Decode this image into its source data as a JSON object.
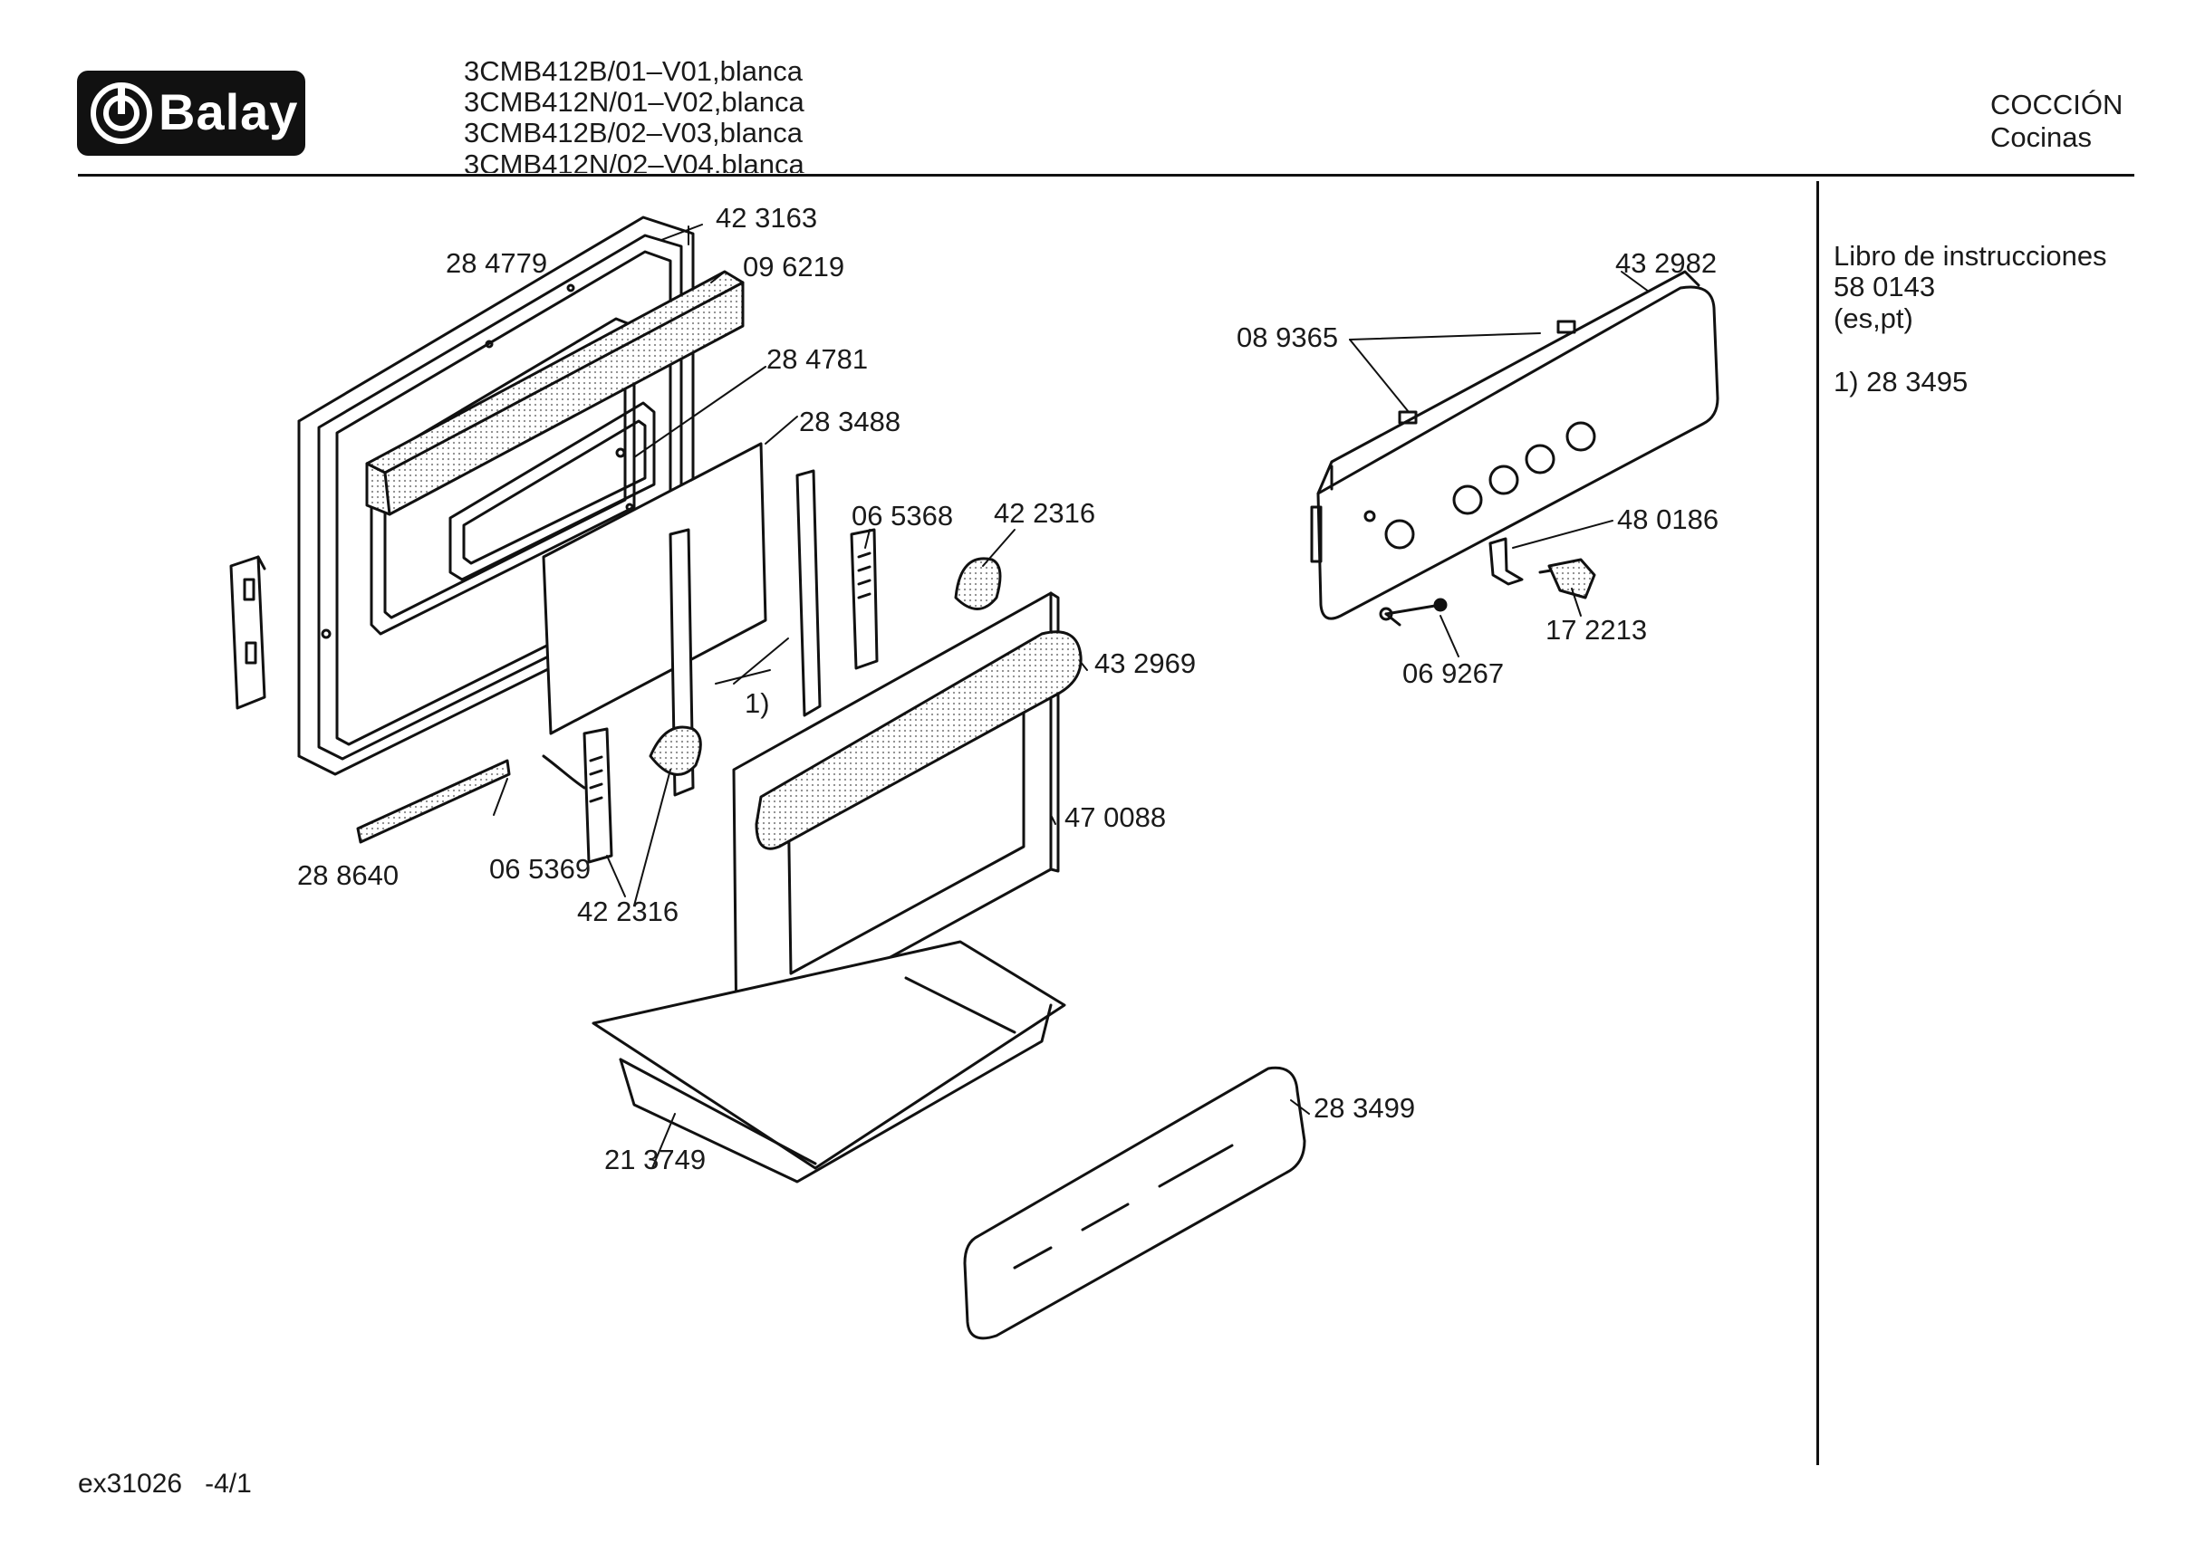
{
  "header": {
    "brand": "Balay",
    "models": [
      "3CMB412B/01–V01,blanca",
      "3CMB412N/01–V02,blanca",
      "3CMB412B/02–V03,blanca",
      "3CMB412N/02–V04,blanca"
    ],
    "category": "COCCIÓN",
    "subcategory": "Cocinas"
  },
  "sidebar": {
    "manual_title": "Libro de instrucciones",
    "manual_number": "58 0143",
    "manual_languages": "(es,pt)",
    "note": "1) 28 3495"
  },
  "diagram": {
    "part_labels": [
      "42 3163",
      "28 4779",
      "09 6219",
      "28 4781",
      "28 3488",
      "06 5368",
      "42 2316",
      "43 2969",
      "1)",
      "47 0088",
      "28 8640",
      "06 5369",
      "42 2316",
      "21 3749",
      "28 3499",
      "43 2982",
      "08 9365",
      "48 0186",
      "17 2213",
      "06 9267"
    ]
  },
  "footer": {
    "reference": "ex31026   -4/1"
  }
}
